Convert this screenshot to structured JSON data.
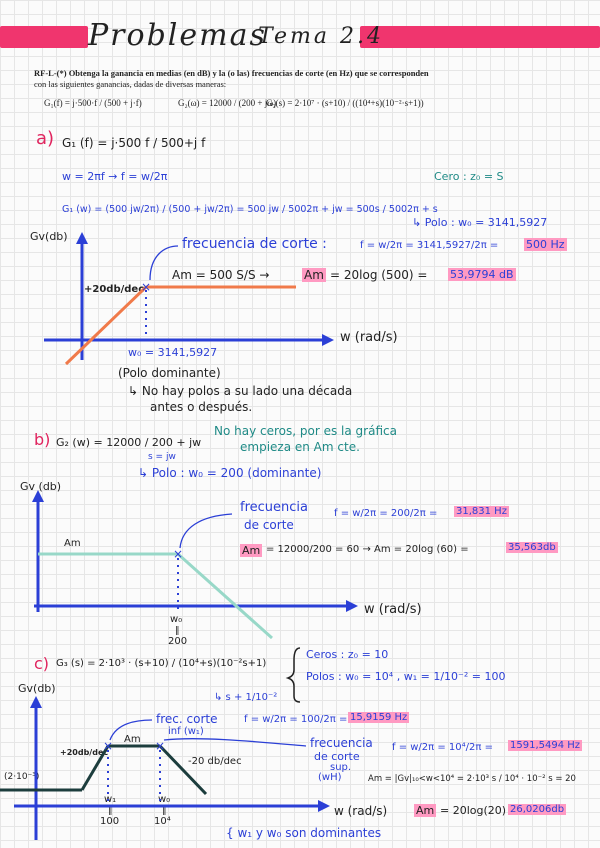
{
  "header": {
    "title": "Problemas",
    "subtitle": "Tema 2.4"
  },
  "statement": {
    "line1": "RF-L-(*) Obtenga la ganancia en medias (en dB) y la (o las) frecuencias de corte (en Hz) que se corresponden",
    "line2": "con las siguientes ganancias, dadas de diversas maneras:",
    "g1": "G₁(f) = j·500·f / (500 + j·f)",
    "g2": "G₂(ω) = 12000 / (200 + jω)",
    "g3": "G₃(s) = 2·10⁷ · (s+10) / ((10⁴+s)(10⁻²·s+1))"
  },
  "part_a": {
    "label": "a)",
    "g1_def": "G₁ (f) = j·500 f / 500+j f",
    "w_relation": "w = 2πf → f = w/2π",
    "g1_w": "G₁ (w) = (500 jw/2π) / (500 + jw/2π) = 500 jw / 5002π + jw = 500s / 5002π + s",
    "zero_note": "Cero : z₀ = S",
    "pole_note": "↳ Polo : w₀ = 3141,5927",
    "axis_y": "Gv(db)",
    "axis_x": "w (rad/s)",
    "slope": "+20db/dec",
    "fc_label": "frecuencia de corte :",
    "fc_formula": "f = w/2π = 3141,5927/2π =",
    "fc_value": "500 Hz",
    "am_line": "Am = 500 S/S →",
    "am_label": "Am",
    "am_formula": "= 20log (500) =",
    "am_value": "53,9794 dB",
    "w0_label": "w₀ = 3141,5927",
    "pole_dom": "(Polo dominante)",
    "note_1": "↳ No hay polos a su lado una década",
    "note_2": "antes o después."
  },
  "part_b": {
    "label": "b)",
    "g2_def": "G₂ (w) = 12000 / 200 + jw",
    "s_sub": "s = jw",
    "no_zeros_1": "No hay ceros, por es la gráfica",
    "no_zeros_2": "empieza en Am cte.",
    "pole": "↳ Polo : w₀ = 200 (dominante)",
    "axis_y": "Gv (db)",
    "am_tag": "Am",
    "fc_label_1": "frecuencia",
    "fc_label_2": "de corte",
    "fc_formula": "f = w/2π = 200/2π =",
    "fc_value": "31,831 Hz",
    "am_label": "Am",
    "am_formula": "= 12000/200 = 60 → Am = 20log (60) =",
    "am_value": "35,563db",
    "axis_x": "w (rad/s)",
    "w0_1": "w₀",
    "w0_2": "‖",
    "w0_3": "200"
  },
  "part_c": {
    "label": "c)",
    "g3_def": "G₃ (s) = 2·10³ · (s+10) / (10⁴+s)(10⁻²s+1)",
    "s_form": "↳ s + 1/10⁻²",
    "zeros": "Ceros : z₀ = 10",
    "poles": "Polos : w₀ = 10⁴ , w₁ = 1/10⁻² = 100",
    "axis_y": "Gv(db)",
    "fc_inf_1": "frec. corte",
    "fc_inf_2": "inf (w₁)",
    "fc_inf_formula": "f = w/2π = 100/2π =",
    "fc_inf_value": "15,9159 Hz",
    "am_tag": "Am",
    "slope_up": "+20db/dec",
    "slope_down": "-20 db/dec",
    "fc_sup_1": "frecuencia",
    "fc_sup_2": "de corte",
    "fc_sup_3": "sup.",
    "fc_sup_4": "(wH)",
    "fc_sup_formula": "f = w/2π = 10⁴/2π =",
    "fc_sup_value": "1591,5494 Hz",
    "am_calc": "Am = |Gv|₁₀<w<10⁴ = 2·10³ s / 10⁴ · 10⁻² s = 20",
    "left_val": "(2·10⁻³)",
    "w1_1": "w₁",
    "w1_2": "‖",
    "w1_3": "100",
    "w0_1": "w₀",
    "w0_2": "‖",
    "w0_3": "10⁴",
    "axis_x": "w (rad/s)",
    "am_label": "Am",
    "am_formula": "= 20log(20) =",
    "am_value": "26,0206db",
    "footer": "{ w₁ y w₀ son dominantes"
  }
}
